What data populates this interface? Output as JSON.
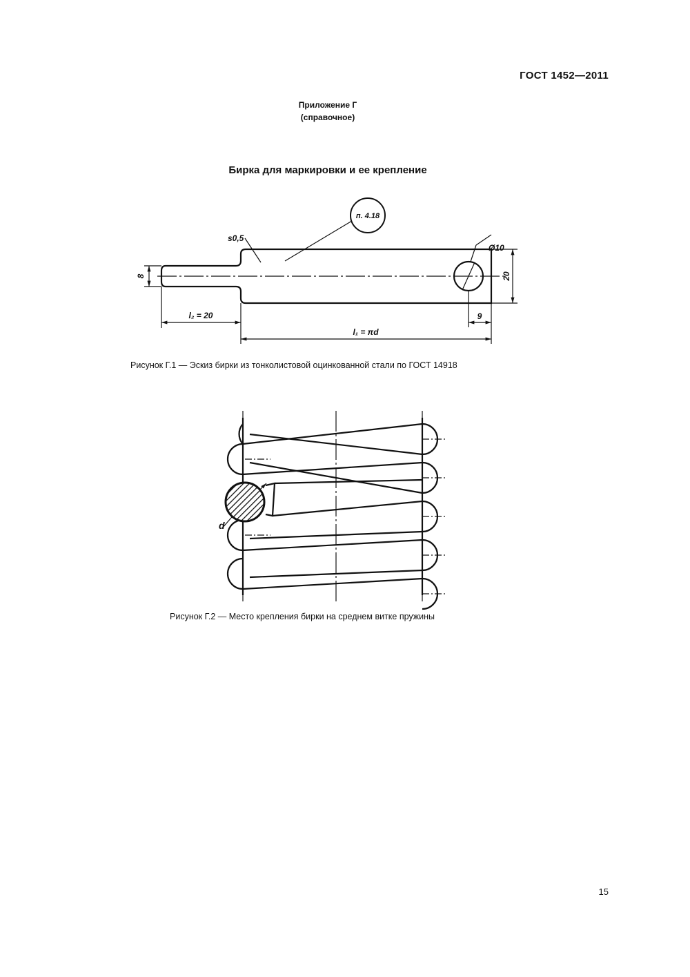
{
  "header": {
    "standard": "ГОСТ 1452—2011"
  },
  "appendix": {
    "label": "Приложение Г",
    "status": "(справочное)"
  },
  "title": "Бирка для маркировки и ее крепление",
  "figure1": {
    "caption": "Рисунок Г.1 — Эскиз бирки из тонколистовой оцинкованной стали по ГОСТ 14918",
    "labels": {
      "thickness": "s0,5",
      "reference": "п. 4.18",
      "hole": "Ø10",
      "strip_width": "8",
      "body_width": "20",
      "strip_length": "l₂ = 20",
      "body_length": "l₁ = πd",
      "hole_offset": "9"
    }
  },
  "figure2": {
    "caption": "Рисунок Г.2 — Место крепления бирки на среднем витке пружины",
    "labels": {
      "diameter": "d"
    }
  },
  "footer": {
    "page_number": "15"
  }
}
